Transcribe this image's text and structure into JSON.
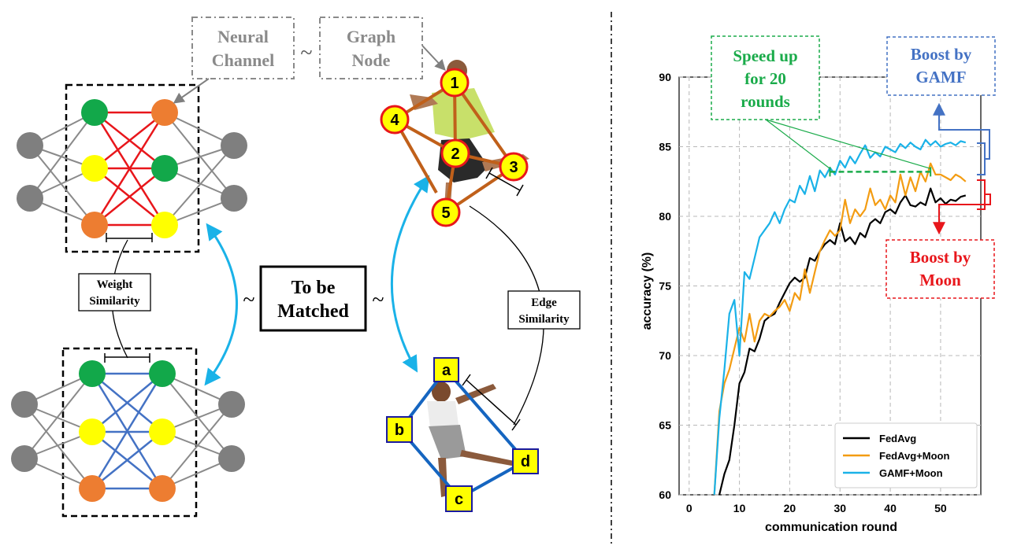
{
  "colors": {
    "red": "#e8161b",
    "blue": "#4472c4",
    "cyan": "#1ab2e8",
    "orange_line": "#f39c12",
    "green_dash": "#1aab4a",
    "skeleton": "#c0601a",
    "box_blue": "#1565c0",
    "node_gray": "#7f7f7f",
    "node_green": "#12a84a",
    "node_yellow": "#ffff00",
    "node_orange": "#ed7d31"
  },
  "diagram": {
    "neural_channel": "Neural Channel",
    "graph_node": "Graph Node",
    "tilde": "~",
    "weight_similarity": "Weight Similarity",
    "to_be_matched": "To be Matched",
    "edge_similarity": "Edge Similarity",
    "top_nodes": [
      "1",
      "2",
      "3",
      "4",
      "5"
    ],
    "bottom_nodes": [
      "a",
      "b",
      "c",
      "d"
    ]
  },
  "chart_data": {
    "type": "line",
    "xlabel": "communication round",
    "ylabel": "accuracy (%)",
    "xlim": [
      -2,
      58
    ],
    "ylim": [
      60,
      90
    ],
    "xticks": [
      0,
      10,
      20,
      30,
      40,
      50
    ],
    "yticks": [
      60,
      65,
      70,
      75,
      80,
      85,
      90
    ],
    "grid": true,
    "legend_position": "lower-right",
    "series": [
      {
        "name": "FedAvg",
        "color": "#000000",
        "x": [
          6,
          7,
          8,
          9,
          10,
          11,
          12,
          13,
          14,
          15,
          16,
          17,
          18,
          19,
          20,
          21,
          22,
          23,
          24,
          25,
          26,
          27,
          28,
          29,
          30,
          31,
          32,
          33,
          34,
          35,
          36,
          37,
          38,
          39,
          40,
          41,
          42,
          43,
          44,
          45,
          46,
          47,
          48,
          49,
          50,
          51,
          52,
          53,
          54,
          55
        ],
        "values": [
          60.0,
          61.5,
          62.5,
          65.0,
          68.0,
          68.8,
          70.5,
          70.3,
          71.2,
          72.5,
          72.8,
          73.0,
          73.8,
          74.5,
          75.2,
          75.6,
          75.3,
          75.6,
          77.0,
          76.8,
          77.5,
          78.0,
          78.3,
          78.0,
          79.5,
          78.2,
          78.5,
          78.0,
          78.8,
          78.5,
          79.5,
          79.8,
          79.5,
          80.3,
          80.5,
          80.2,
          81.0,
          81.5,
          80.8,
          80.7,
          81.0,
          80.8,
          82.0,
          81.0,
          81.3,
          80.9,
          81.2,
          81.1,
          81.4,
          81.5
        ]
      },
      {
        "name": "FedAvg+Moon",
        "color": "#f39c12",
        "x": [
          5,
          6,
          7,
          8,
          9,
          10,
          11,
          12,
          13,
          14,
          15,
          16,
          17,
          18,
          19,
          20,
          21,
          22,
          23,
          24,
          25,
          26,
          27,
          28,
          29,
          30,
          31,
          32,
          33,
          34,
          35,
          36,
          37,
          38,
          39,
          40,
          41,
          42,
          43,
          44,
          45,
          46,
          47,
          48,
          49,
          50,
          51,
          52,
          53,
          54,
          55
        ],
        "values": [
          60.0,
          66.0,
          68.0,
          69.0,
          70.5,
          72.0,
          71.0,
          73.0,
          71.0,
          72.5,
          73.0,
          72.8,
          73.2,
          73.5,
          74.0,
          73.2,
          74.5,
          74.0,
          76.2,
          74.5,
          76.0,
          77.5,
          78.3,
          79.0,
          78.6,
          79.0,
          81.2,
          79.5,
          80.5,
          80.0,
          80.5,
          82.0,
          80.8,
          81.2,
          80.5,
          81.5,
          81.0,
          83.0,
          81.5,
          82.8,
          81.8,
          83.2,
          82.5,
          83.8,
          83.0,
          83.0,
          82.8,
          82.6,
          83.0,
          82.8,
          82.5
        ]
      },
      {
        "name": "GAMF+Moon",
        "color": "#1ab2e8",
        "x": [
          5,
          6,
          7,
          8,
          9,
          10,
          11,
          12,
          13,
          14,
          15,
          16,
          17,
          18,
          19,
          20,
          21,
          22,
          23,
          24,
          25,
          26,
          27,
          28,
          29,
          30,
          31,
          32,
          33,
          34,
          35,
          36,
          37,
          38,
          39,
          40,
          41,
          42,
          43,
          44,
          45,
          46,
          47,
          48,
          49,
          50,
          51,
          52,
          53,
          54,
          55
        ],
        "values": [
          60.0,
          65.5,
          69.0,
          73.0,
          74.0,
          70.0,
          76.0,
          75.5,
          77.0,
          78.5,
          79.0,
          79.5,
          80.3,
          79.5,
          80.5,
          81.2,
          81.0,
          82.2,
          81.6,
          82.9,
          81.8,
          83.3,
          82.8,
          83.5,
          83.0,
          84.0,
          83.5,
          84.3,
          83.8,
          84.5,
          85.1,
          84.2,
          84.6,
          84.3,
          85.0,
          84.8,
          84.6,
          85.2,
          84.9,
          85.3,
          85.0,
          84.8,
          85.5,
          85.1,
          85.4,
          85.0,
          85.2,
          85.3,
          85.1,
          85.4,
          85.3
        ]
      }
    ],
    "annotations": [
      {
        "text": "Speed up for 20 rounds",
        "color": "#1aab4a",
        "x_from": 28,
        "x_to": 48,
        "y": 83.2
      },
      {
        "text": "Boost by GAMF",
        "color": "#4472c4"
      },
      {
        "text": "Boost by Moon",
        "color": "#e8161b"
      }
    ]
  }
}
